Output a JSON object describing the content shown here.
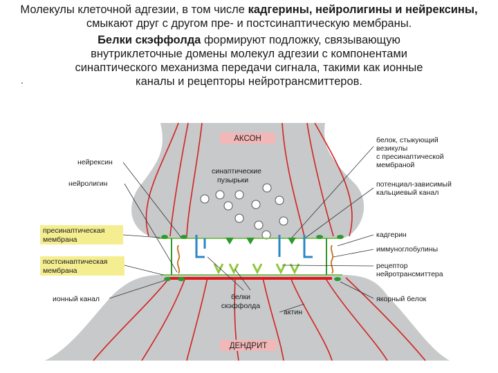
{
  "intro": {
    "p1_a": "Молекулы клеточной адгезии, в том числе ",
    "p1_b": "кадгерины, нейролигины и нейрексины,",
    "p1_c": " смыкают друг с другом пре- и постсинаптическую мембраны.",
    "p2_a": "Белки скэффолда",
    "p2_b": " формируют подложку, связывающую внутриклеточные домены молекул адгезии с компонентами синаптического механизма передачи сигнала, такими как ионные каналы и рецепторы нейротрансмиттеров.",
    "bullet": "."
  },
  "labels": {
    "axon": "АКСОН",
    "dendrite": "ДЕНДРИТ",
    "synaptic_vesicles": [
      "синаптические",
      "пузырьки"
    ],
    "neurexin": "нейрексин",
    "neuroligin": "нейролигин",
    "presynaptic_membrane": [
      "пресинаптическая",
      "мембрана"
    ],
    "postsynaptic_membrane": [
      "постсинаптическая",
      "мембрана"
    ],
    "ion_channel": "ионный канал",
    "scaffold_proteins": [
      "белки",
      "скэффолда"
    ],
    "actin": "актин",
    "docking_protein": [
      "белок, стыкующий",
      "везикулы",
      "с пресинаптической",
      "мембраной"
    ],
    "calcium_channel": [
      "потенциал-зависимый",
      "кальциевый канал"
    ],
    "cadherin": "кадгерин",
    "immunoglobulins": "иммуноглобулины",
    "receptor": [
      "рецептор",
      "нейротрансмиттера"
    ],
    "anchor_protein": "якорный белок"
  },
  "colors": {
    "cell": "#c7c9ca",
    "fiber": "#d42020",
    "label_box": "#f5ee91",
    "box_pink": "#f2b8b8",
    "channel_blue": "#2a86c8",
    "adhesion_green": "#2e9a2e",
    "receptor_green": "#8cc83a",
    "scaffold_red": "#e01818"
  }
}
